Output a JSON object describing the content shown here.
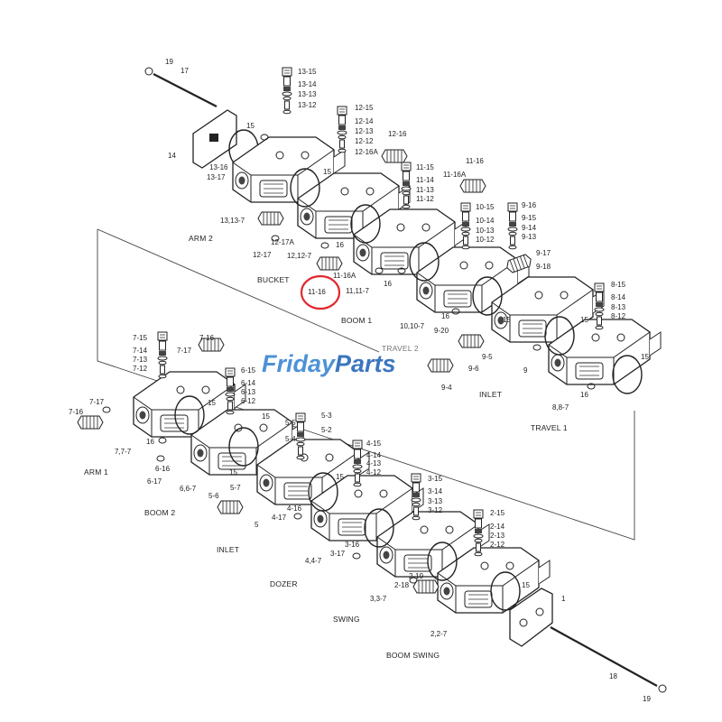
{
  "watermark": "FridayParts",
  "highlight_color": "#e0282e",
  "watermark_colors": {
    "friday": "#2f7fd0",
    "parts": "#1a5fb4",
    "accent": "#f0a020"
  },
  "highlighted_part": "11-16",
  "sections": [
    "ARM 2",
    "BUCKET",
    "BOOM 1",
    "TRAVEL 2",
    "INLET",
    "TRAVEL 1",
    "ARM 1",
    "BOOM 2",
    "INLET",
    "DOZER",
    "SWING",
    "BOOM SWING"
  ],
  "labels": [
    "19",
    "17",
    "14",
    "15",
    "13-16",
    "13-17",
    "13,13-7",
    "13-15",
    "13-14",
    "13-13",
    "13-12",
    "12-15",
    "12-14",
    "12-13",
    "12-12",
    "12-16",
    "12-16A",
    "15",
    "12-17A",
    "12-17",
    "12,12-7",
    "11-15",
    "11-14",
    "11-13",
    "11-12",
    "11-16",
    "11-16A",
    "16",
    "11-16A",
    "11,11-7",
    "10-15",
    "10-14",
    "10-13",
    "10-12",
    "9-16",
    "9-15",
    "9-14",
    "9-13",
    "9-17",
    "9-18",
    "16",
    "10,10-7",
    "9-20",
    "16",
    "15",
    "9",
    "9-5",
    "9-6",
    "9-4",
    "8-15",
    "8-14",
    "8-13",
    "8-12",
    "15",
    "15",
    "16",
    "8,8-7",
    "7-15",
    "7-14",
    "7-13",
    "7-12",
    "7-16",
    "7-17",
    "7-17",
    "7-16",
    "15",
    "16",
    "7,7-7",
    "6-15",
    "6-14",
    "6-13",
    "6-12",
    "15",
    "6-16",
    "6-17",
    "6,6-7",
    "15",
    "5-5",
    "5-3",
    "5-2",
    "5-4",
    "5-7",
    "5-6",
    "5",
    "4-15",
    "4-14",
    "4-13",
    "4-12",
    "15",
    "4-16",
    "4-17",
    "4,4-7",
    "3-15",
    "3-14",
    "3-13",
    "3-12",
    "3-16",
    "3-17",
    "3,3-7",
    "2-15",
    "2-14",
    "2-13",
    "2-12",
    "2-19",
    "2-18",
    "15",
    "2,2-7",
    "1",
    "18",
    "19"
  ]
}
